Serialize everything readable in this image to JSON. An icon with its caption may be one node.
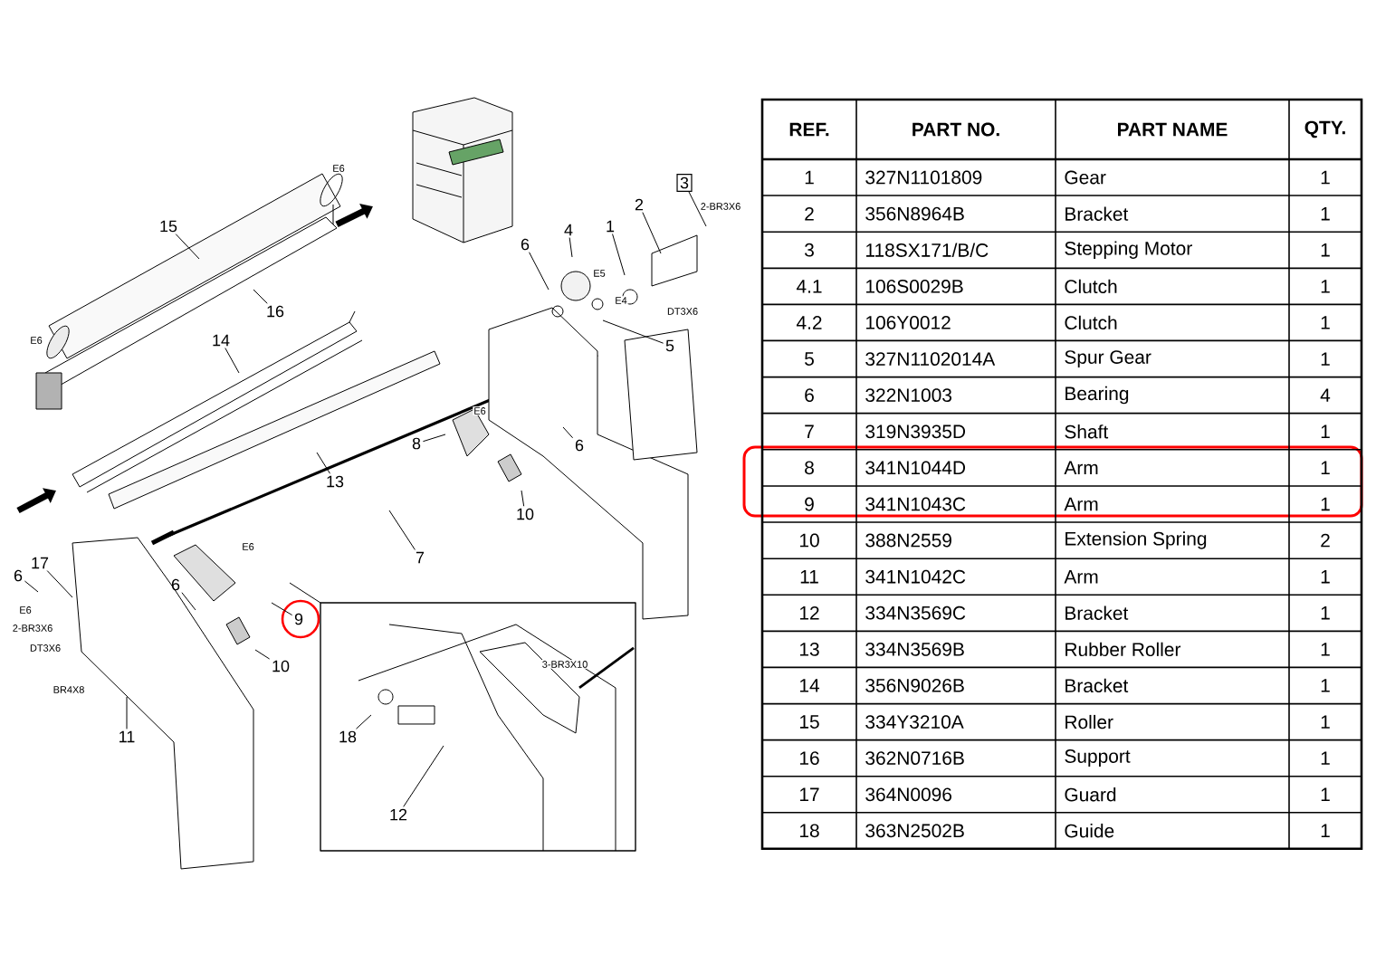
{
  "diagram": {
    "nodes": [
      {
        "text": [
          "15"
        ]
      },
      {
        "text": [
          "16"
        ]
      },
      {
        "text": [
          "14"
        ]
      },
      {
        "text": [
          "13"
        ]
      },
      {
        "text": [
          "7"
        ]
      },
      {
        "text": [
          "6"
        ]
      },
      {
        "text": [
          "4"
        ]
      },
      {
        "text": [
          "1"
        ]
      },
      {
        "text": [
          "2"
        ]
      },
      {
        "text": [
          "3"
        ]
      },
      {
        "text": [
          "5"
        ]
      },
      {
        "text": [
          "8"
        ]
      },
      {
        "text": [
          "6"
        ]
      },
      {
        "text": [
          "10"
        ]
      },
      {
        "text": [
          "17"
        ]
      },
      {
        "text": [
          "6"
        ]
      },
      {
        "text": [
          "6"
        ]
      },
      {
        "text": [
          "9"
        ]
      },
      {
        "text": [
          "10"
        ]
      },
      {
        "text": [
          "11"
        ]
      },
      {
        "text": [
          "18"
        ]
      },
      {
        "text": [
          "12"
        ]
      }
    ],
    "edges": [
      {
        "from": 0,
        "to": null,
        "arrow": "none"
      },
      {
        "from": 1,
        "to": null,
        "arrow": "none"
      },
      {
        "from": 2,
        "to": null,
        "arrow": "none"
      },
      {
        "from": 3,
        "to": null,
        "arrow": "none"
      },
      {
        "from": 4,
        "to": null,
        "arrow": "none"
      },
      {
        "from": 5,
        "to": null,
        "arrow": "none"
      },
      {
        "from": 6,
        "to": null,
        "arrow": "none"
      },
      {
        "from": 7,
        "to": null,
        "arrow": "none"
      },
      {
        "from": 8,
        "to": null,
        "arrow": "none"
      },
      {
        "from": 9,
        "to": null,
        "arrow": "none"
      },
      {
        "from": 10,
        "to": null,
        "arrow": "none"
      },
      {
        "from": 11,
        "to": null,
        "arrow": "none"
      },
      {
        "from": 12,
        "to": null,
        "arrow": "none"
      },
      {
        "from": 13,
        "to": null,
        "arrow": "none"
      },
      {
        "from": 14,
        "to": null,
        "arrow": "none"
      },
      {
        "from": 15,
        "to": null,
        "arrow": "none"
      },
      {
        "from": 16,
        "to": null,
        "arrow": "none"
      },
      {
        "from": 17,
        "to": null,
        "arrow": "none"
      },
      {
        "from": 18,
        "to": null,
        "arrow": "none"
      },
      {
        "from": 19,
        "to": null,
        "arrow": "none"
      },
      {
        "from": 20,
        "to": null,
        "arrow": "none"
      },
      {
        "from": 21,
        "to": null,
        "arrow": "none"
      }
    ],
    "labels": [
      "E6",
      "E6",
      "E5",
      "E4",
      "DT3X6",
      "2-BR3X6",
      "E6",
      "E6",
      "E6",
      "2-BR3X6",
      "DT3X6",
      "BR4X8",
      "3-BR3X10",
      "REF.",
      "PART NO.",
      "PART NAME",
      "QTY.",
      "1",
      "327N1101809",
      "Gear",
      "1",
      "2",
      "356N8964B",
      "Bracket",
      "1",
      "3",
      "118SX171/B/C",
      "Stepping Motor",
      "1",
      "4.1",
      "106S0029B",
      "Clutch",
      "1",
      "4.2",
      "106Y0012",
      "Clutch",
      "1",
      "5",
      "327N1102014A",
      "Spur Gear",
      "1",
      "6",
      "322N1003",
      "Bearing",
      "4",
      "7",
      "319N3935D",
      "Shaft",
      "1",
      "8",
      "341N1044D",
      "Arm",
      "1",
      "9",
      "341N1043C",
      "Arm",
      "1",
      "10",
      "388N2559",
      "Extension Spring",
      "2",
      "11",
      "341N1042C",
      "Arm",
      "1",
      "12",
      "334N3569C",
      "Bracket",
      "1",
      "13",
      "334N3569B",
      "Rubber Roller",
      "1",
      "14",
      "356N9026B",
      "Bracket",
      "1",
      "15",
      "334Y3210A",
      "Roller",
      "1",
      "16",
      "362N0716B",
      "Support",
      "1",
      "17",
      "364N0096",
      "Guard",
      "1",
      "18",
      "363N2502B",
      "Guide",
      "1"
    ]
  }
}
